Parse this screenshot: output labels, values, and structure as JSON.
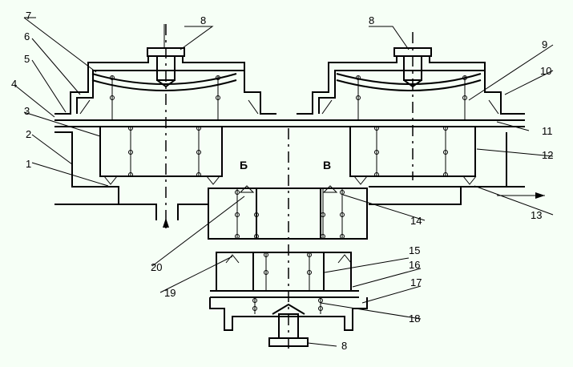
{
  "diagram": {
    "part_labels": [
      "1",
      "2",
      "3",
      "4",
      "5",
      "6",
      "7",
      "8",
      "9",
      "10",
      "11",
      "12",
      "13",
      "14",
      "15",
      "16",
      "17",
      "18",
      "19",
      "20"
    ],
    "callout_8_bottom": "8",
    "section_labels": [
      "Б",
      "В"
    ]
  }
}
